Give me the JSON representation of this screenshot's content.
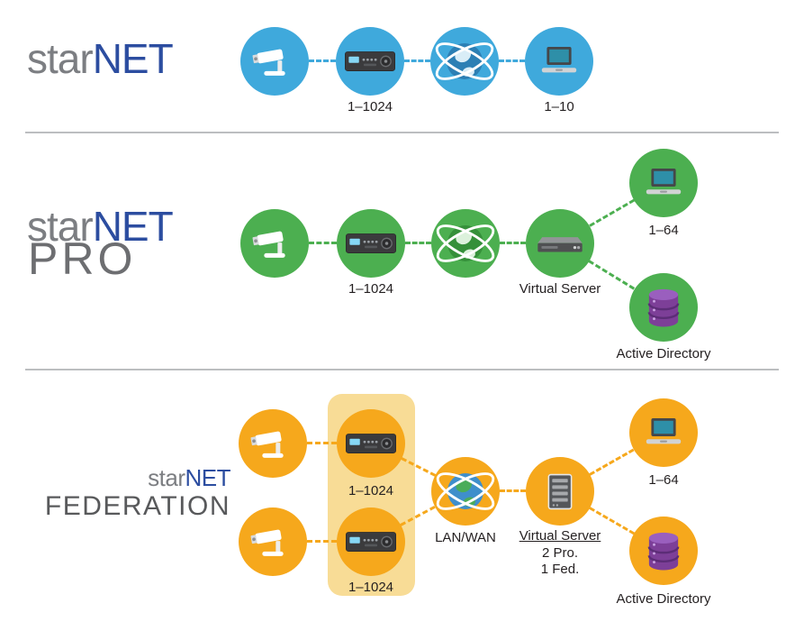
{
  "palette": {
    "blue": "#3fa9dc",
    "green": "#4caf50",
    "orange": "#f6a81c",
    "highlight": "#f8dc96",
    "logo_blue": "#2c4da0",
    "logo_gray": "#7c7e82",
    "sub_gray": "#6d6e71",
    "label_text": "#231f20",
    "database_purple": "#7d3f98"
  },
  "icons": {
    "camera": "cctv-camera-icon",
    "recorder": "nvr-recorder-icon",
    "network": "globe-network-icon",
    "client": "laptop-icon",
    "server": "server-icon",
    "rack": "rack-server-icon",
    "directory": "database-icon"
  },
  "rows": [
    {
      "logo": {
        "star": "star",
        "net": "NET"
      },
      "nvr_label": "1–1024",
      "client_label": "1–10"
    },
    {
      "logo": {
        "star": "star",
        "net": "NET",
        "sub": "PRO"
      },
      "nvr_label": "1–1024",
      "server_label": "Virtual Server",
      "client_label": "1–64",
      "directory_label": "Active Directory"
    },
    {
      "logo": {
        "star": "star",
        "net": "NET",
        "sub": "FEDERATION"
      },
      "nvr1_label": "1–1024",
      "nvr2_label": "1–1024",
      "wan_label": "LAN/WAN",
      "server_label": "Virtual Server",
      "server_detail1": "2 Pro.",
      "server_detail2": "1 Fed.",
      "client_label": "1–64",
      "directory_label": "Active Directory"
    }
  ]
}
